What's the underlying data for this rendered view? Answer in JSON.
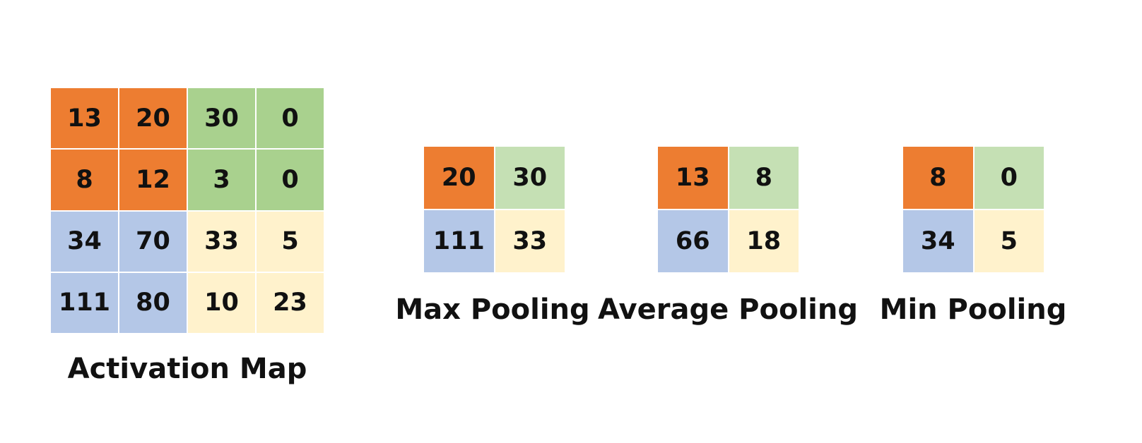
{
  "colors": {
    "orange": "#ED7D31",
    "green": "#A9D18E",
    "light_green": "#C5E0B4",
    "blue": "#B4C7E7",
    "yellow": "#FFF2CC"
  },
  "activation_map": {
    "caption": "Activation Map",
    "rows": [
      [
        {
          "v": "13",
          "c": "orange"
        },
        {
          "v": "20",
          "c": "orange"
        },
        {
          "v": "30",
          "c": "green"
        },
        {
          "v": "0",
          "c": "green"
        }
      ],
      [
        {
          "v": "8",
          "c": "orange"
        },
        {
          "v": "12",
          "c": "orange"
        },
        {
          "v": "3",
          "c": "green"
        },
        {
          "v": "0",
          "c": "green"
        }
      ],
      [
        {
          "v": "34",
          "c": "blue"
        },
        {
          "v": "70",
          "c": "blue"
        },
        {
          "v": "33",
          "c": "yellow"
        },
        {
          "v": "5",
          "c": "yellow"
        }
      ],
      [
        {
          "v": "111",
          "c": "blue"
        },
        {
          "v": "80",
          "c": "blue"
        },
        {
          "v": "10",
          "c": "yellow"
        },
        {
          "v": "23",
          "c": "yellow"
        }
      ]
    ]
  },
  "max_pooling": {
    "caption": "Max Pooling",
    "rows": [
      [
        {
          "v": "20",
          "c": "orange"
        },
        {
          "v": "30",
          "c": "light_green"
        }
      ],
      [
        {
          "v": "111",
          "c": "blue"
        },
        {
          "v": "33",
          "c": "yellow"
        }
      ]
    ]
  },
  "average_pooling": {
    "caption": "Average Pooling",
    "rows": [
      [
        {
          "v": "13",
          "c": "orange"
        },
        {
          "v": "8",
          "c": "light_green"
        }
      ],
      [
        {
          "v": "66",
          "c": "blue"
        },
        {
          "v": "18",
          "c": "yellow"
        }
      ]
    ]
  },
  "min_pooling": {
    "caption": "Min Pooling",
    "rows": [
      [
        {
          "v": "8",
          "c": "orange"
        },
        {
          "v": "0",
          "c": "light_green"
        }
      ],
      [
        {
          "v": "34",
          "c": "blue"
        },
        {
          "v": "5",
          "c": "yellow"
        }
      ]
    ]
  }
}
